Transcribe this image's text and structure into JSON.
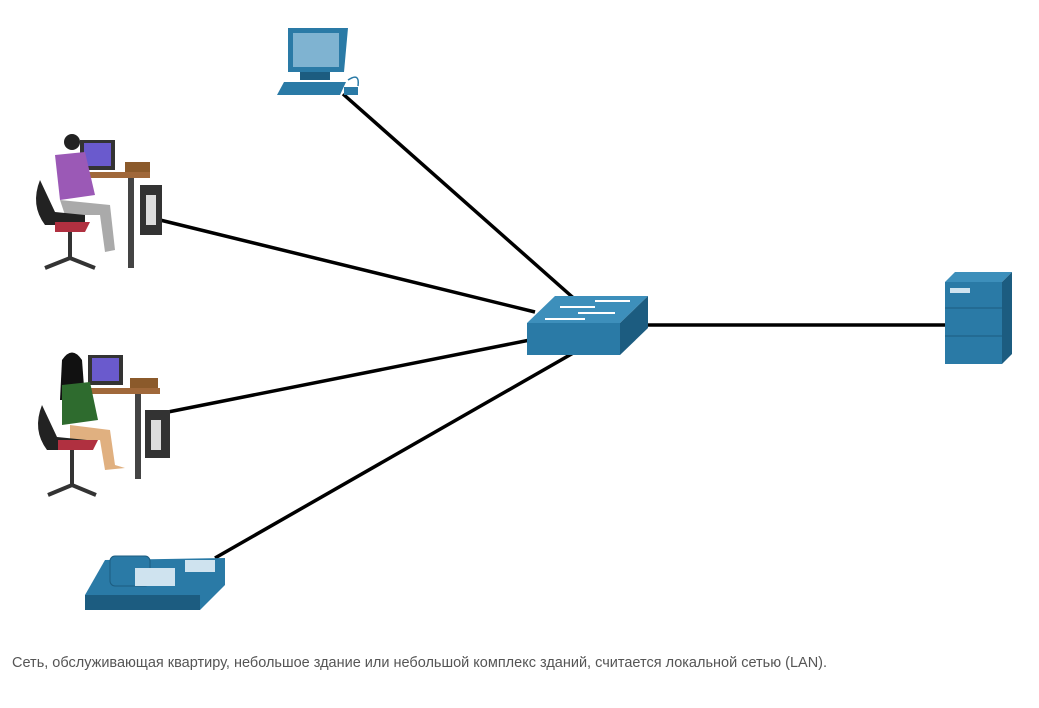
{
  "diagram": {
    "caption": "Сеть, обслуживающая квартиру, небольшое здание или небольшой комплекс зданий, считается локальной сетью (LAN).",
    "colors": {
      "device": "#2a7aa6",
      "device_dark": "#1c5c80",
      "link": "#000000",
      "caption": "#555555"
    },
    "nodes": [
      "desktop-computer",
      "office-worker-male",
      "office-worker-female",
      "ip-phone",
      "switch",
      "server"
    ],
    "links": [
      [
        "desktop-computer",
        "switch"
      ],
      [
        "office-worker-male",
        "switch"
      ],
      [
        "office-worker-female",
        "switch"
      ],
      [
        "ip-phone",
        "switch"
      ],
      [
        "switch",
        "server"
      ]
    ]
  }
}
